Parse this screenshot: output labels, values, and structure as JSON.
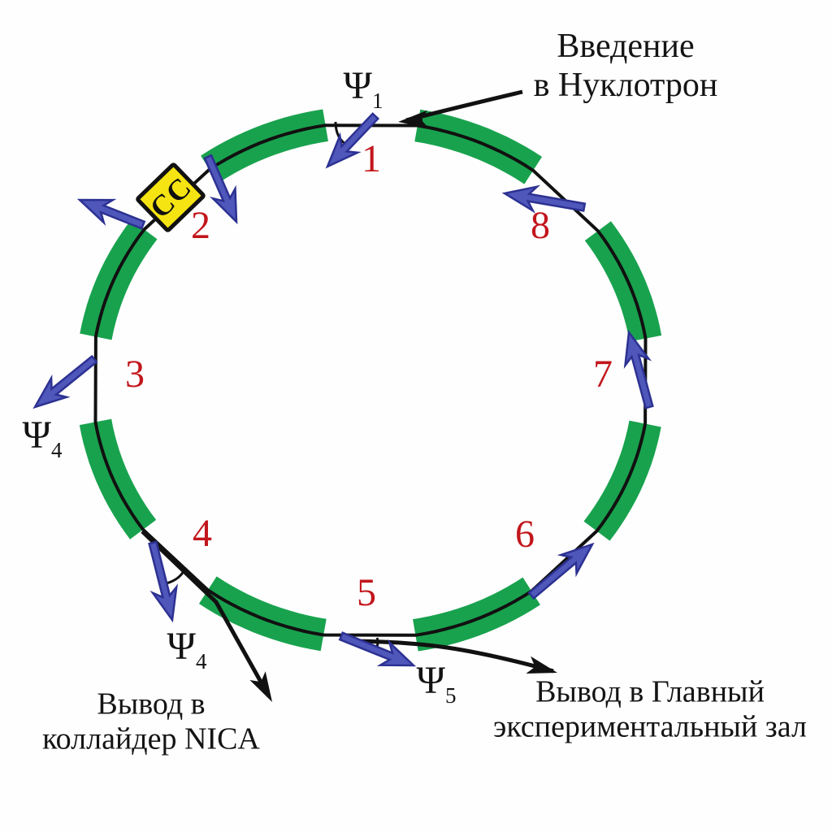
{
  "diagram_subject": "Nuclotron ring scheme with 8 straight sections",
  "colors": {
    "magnet_green": "#19a24e",
    "arrow_blue": "#5057ba",
    "arrow_blue_dark": "#2c3192",
    "number_red": "#c2161c",
    "cc_yellow": "#f6e412",
    "line_black": "#111111"
  },
  "ring_sections": [
    "1",
    "2",
    "3",
    "4",
    "5",
    "6",
    "7",
    "8"
  ],
  "cc_box": {
    "label": "CC"
  },
  "psi_labels": [
    {
      "base": "Ψ",
      "sub": "1"
    },
    {
      "base": "Ψ",
      "sub": "4"
    },
    {
      "base": "Ψ",
      "sub": "4"
    },
    {
      "base": "Ψ",
      "sub": "5"
    }
  ],
  "annotations": {
    "injection": {
      "line1": "Введение",
      "line2": "в Нуклотрон"
    },
    "extraction_nica": {
      "line1": "Вывод в",
      "line2": "коллайдер NICA"
    },
    "extraction_hall": {
      "line1": "Вывод в Главный",
      "line2": "экспериментальный зал"
    }
  }
}
